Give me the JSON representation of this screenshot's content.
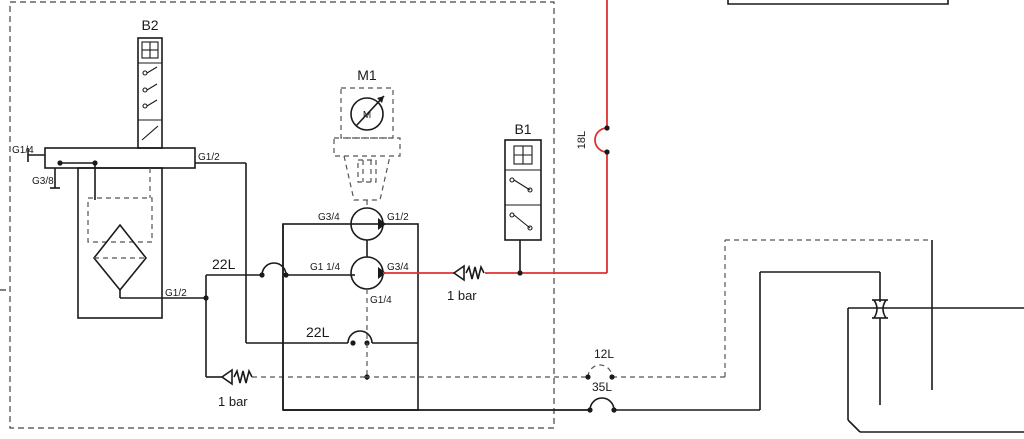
{
  "labels": {
    "B2": "B2",
    "B1": "B1",
    "M1": "M1",
    "motor": "M",
    "g14": "G1/4",
    "g38": "G3/8",
    "g12_top": "G1/2",
    "g12_filter": "G1/2",
    "pump_top_left": "G3/4",
    "pump_top_right": "G1/2",
    "pump_bot_left": "G1 1/4",
    "pump_bot_right": "G3/4",
    "pump_bot_under": "G1/4",
    "hose_22L_a": "22L",
    "hose_22L_b": "22L",
    "hose_18L": "18L",
    "hose_12L": "12L",
    "hose_35L": "35L",
    "check_1bar_a": "1 bar",
    "check_1bar_b": "1 bar"
  },
  "colors": {
    "line": "#1a1a1a",
    "pressure_line": "#e03030",
    "dashed": "#555555"
  }
}
